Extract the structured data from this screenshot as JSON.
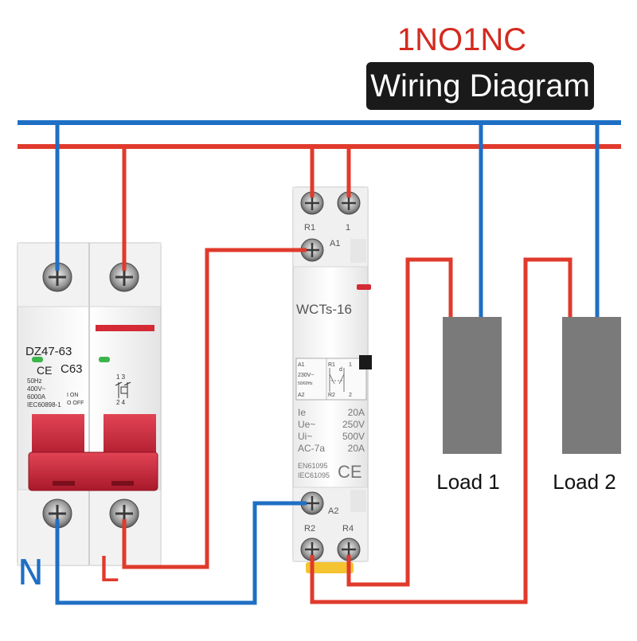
{
  "header": {
    "subtitle": "1NO1NC",
    "title": "Wiring Diagram"
  },
  "lines": {
    "neutral_label": "N",
    "live_label": "L"
  },
  "breaker": {
    "model": "DZ47-63",
    "rating": "C63",
    "specs": [
      "50Hz",
      "400V~",
      "6000A",
      "IEC60898-1"
    ],
    "on_label": "I ON",
    "off_label": "O OFF",
    "ce_mark": "CE",
    "pole_numbers_top": "1 3",
    "pole_numbers_bottom": "2 4"
  },
  "contactor": {
    "model": "WCTs-16",
    "terminal_top_left": "R1",
    "terminal_top_right": "1",
    "terminal_coil_top": "A1",
    "terminal_coil_bottom": "A2",
    "terminal_bottom_left": "R2",
    "terminal_bottom_right": "R4",
    "schematic": {
      "a1": "A1",
      "a2": "A2",
      "voltage": "230V~",
      "freq": "50/60Hz",
      "r1": "R1",
      "r2": "R2",
      "one": "1",
      "two": "2",
      "d": "d"
    },
    "specs": [
      {
        "label": "Ie",
        "value": "20A"
      },
      {
        "label": "Ue~",
        "value": "250V"
      },
      {
        "label": "Ui~",
        "value": "500V"
      },
      {
        "label": "AC-7a",
        "value": "20A"
      }
    ],
    "standards": [
      "EN61095",
      "IEC61095"
    ],
    "ce_mark": "CE"
  },
  "loads": [
    {
      "label": "Load 1"
    },
    {
      "label": "Load 2"
    }
  ],
  "colors": {
    "neutral": "#1f6fc4",
    "live": "#e03a2c",
    "handle": "#c8283a",
    "load": "#7a7a7a"
  }
}
